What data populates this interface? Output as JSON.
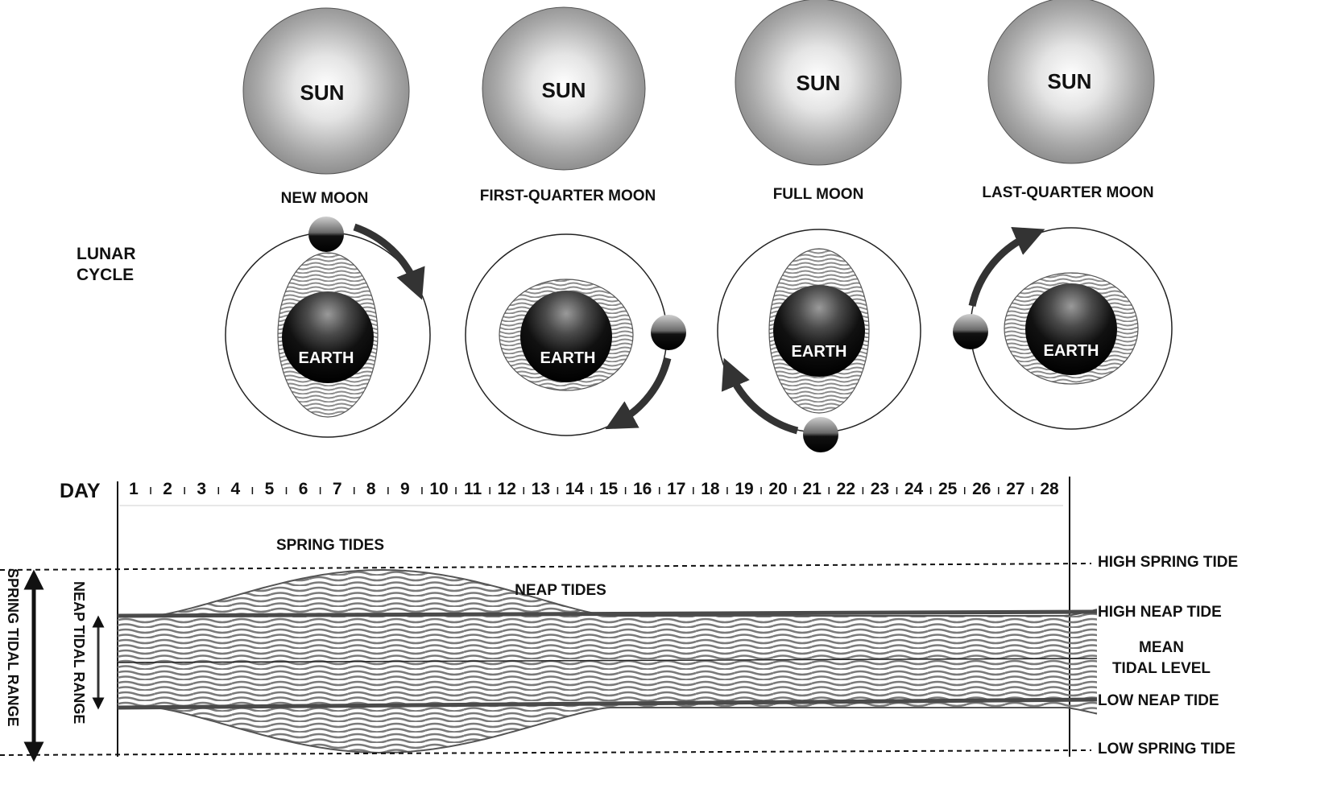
{
  "phases": [
    {
      "sun_label": "SUN",
      "phase_label": "NEW MOON",
      "earth_label": "EARTH"
    },
    {
      "sun_label": "SUN",
      "phase_label": "FIRST-QUARTER MOON",
      "earth_label": "EARTH"
    },
    {
      "sun_label": "SUN",
      "phase_label": "FULL MOON",
      "earth_label": "EARTH"
    },
    {
      "sun_label": "SUN",
      "phase_label": "LAST-QUARTER MOON",
      "earth_label": "EARTH"
    }
  ],
  "lunar_cycle_label": [
    "LUNAR",
    "CYCLE"
  ],
  "day_label": "DAY",
  "days": [
    "1",
    "2",
    "3",
    "4",
    "5",
    "6",
    "7",
    "8",
    "9",
    "10",
    "11",
    "12",
    "13",
    "14",
    "15",
    "16",
    "17",
    "18",
    "19",
    "20",
    "21",
    "22",
    "23",
    "24",
    "25",
    "26",
    "27",
    "28"
  ],
  "annotations": {
    "spring_tides": "SPRING TIDES",
    "neap_tides": "NEAP TIDES"
  },
  "levels": {
    "high_spring": "HIGH SPRING TIDE",
    "high_neap": "HIGH NEAP TIDE",
    "mean_1": "MEAN",
    "mean_2": "TIDAL LEVEL",
    "low_neap": "LOW NEAP TIDE",
    "low_spring": "LOW SPRING TIDE"
  },
  "ranges": {
    "spring": "SPRING TIDAL RANGE",
    "neap": "NEAP TIDAL RANGE"
  }
}
